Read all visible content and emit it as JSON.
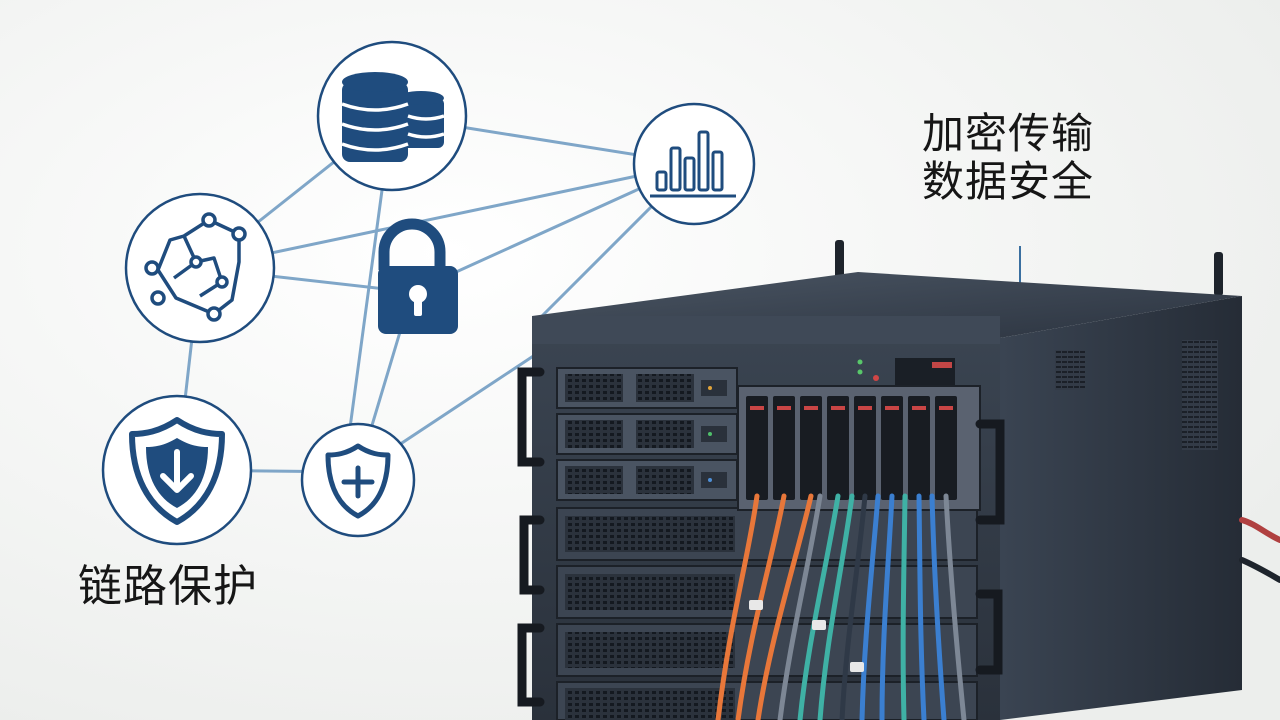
{
  "labels": {
    "encrypted_transmission": "加密传输",
    "data_security": "数据安全",
    "link_protection": "链路保护"
  },
  "icons": [
    "database-icon",
    "bar-chart-icon",
    "network-topology-icon",
    "padlock-icon",
    "shield-download-icon",
    "shield-plus-icon"
  ],
  "colors": {
    "background": "#f4f5f3",
    "icon_navy": "#1f4c7e",
    "connector_blue": "#7fa6c8",
    "chassis_dark": "#2f3947",
    "cable_orange": "#e8773a",
    "cable_teal": "#3fb1a5",
    "cable_blue": "#3b7fd0",
    "cable_gray": "#7d8795"
  }
}
